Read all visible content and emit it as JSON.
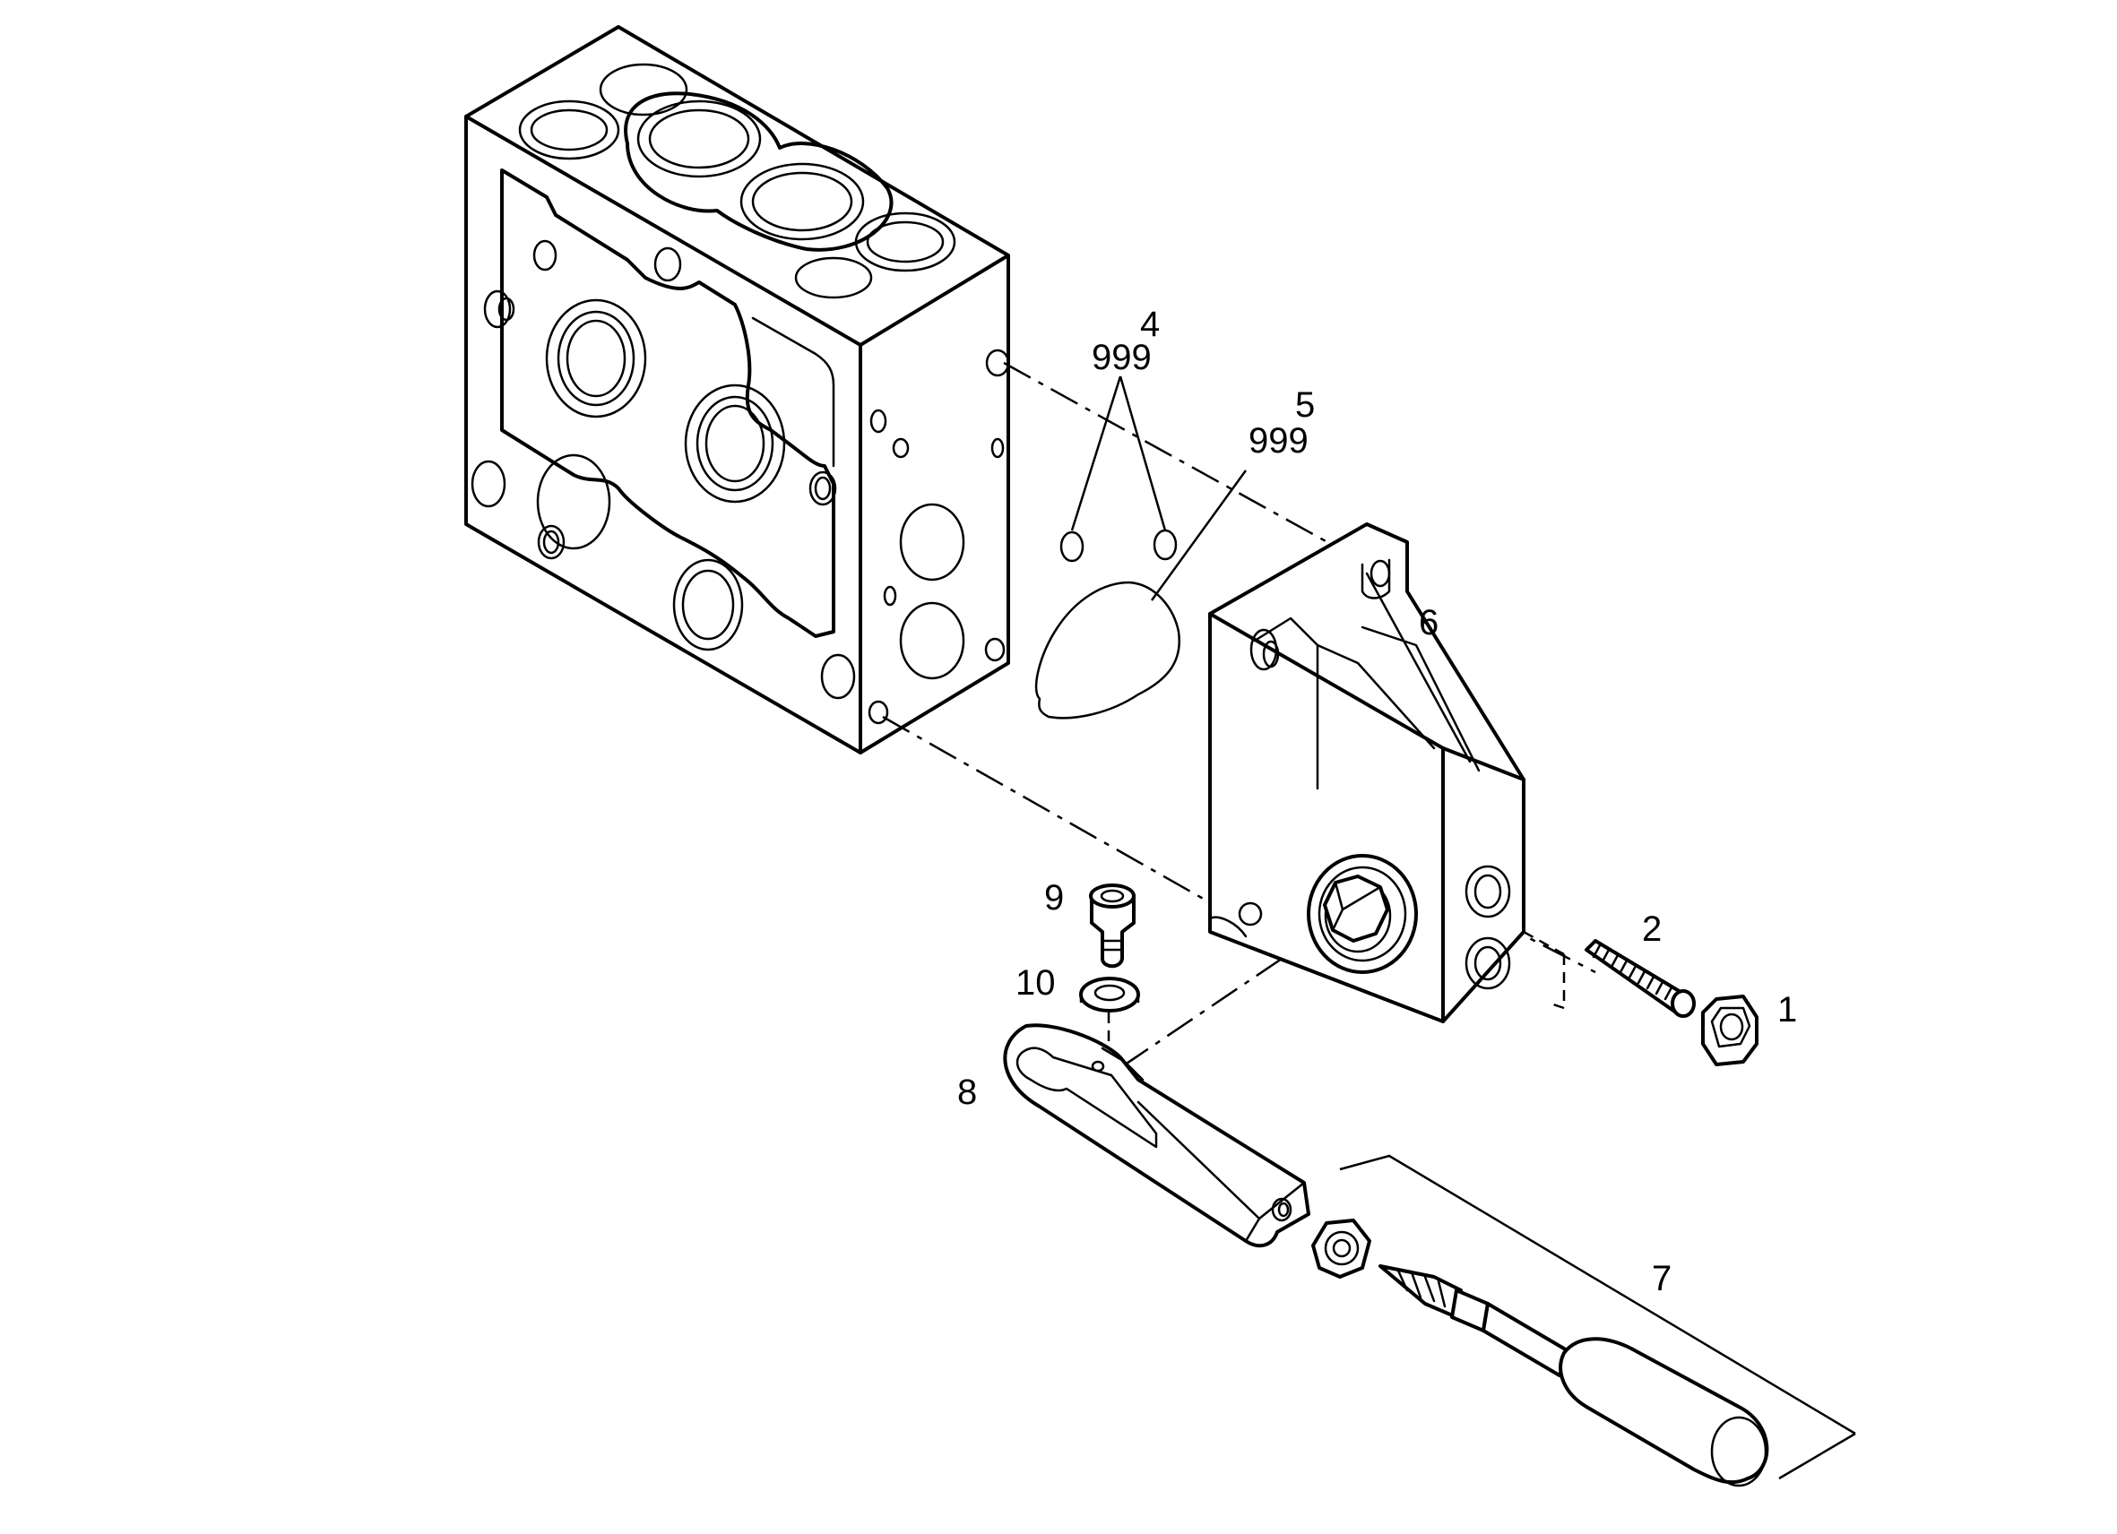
{
  "labels": {
    "p1": "1",
    "p2": "2",
    "p4": "4",
    "p4_sub": "999",
    "p5": "5",
    "p5_sub": "999",
    "p6": "6",
    "p7": "7",
    "p8": "8",
    "p9": "9",
    "p10": "10"
  }
}
